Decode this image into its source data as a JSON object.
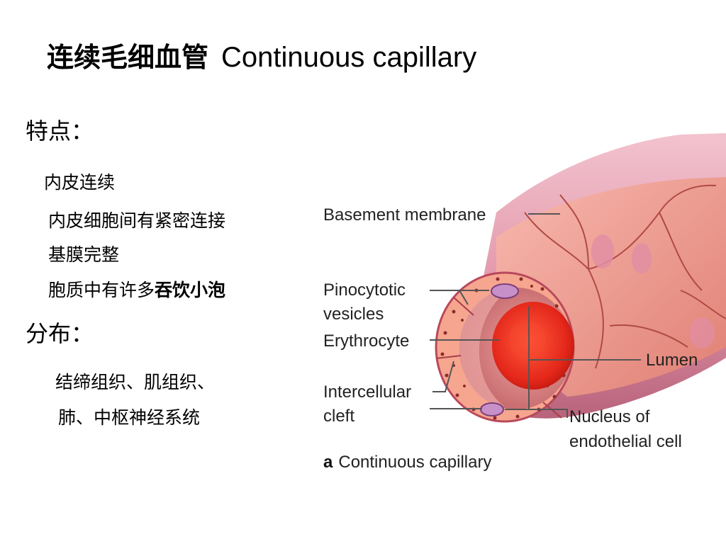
{
  "title": {
    "zh": "连续毛细血管",
    "en": "Continuous capillary"
  },
  "features": {
    "heading": "特点：",
    "items": [
      "内皮连续",
      "内皮细胞间有紧密连接",
      "基膜完整"
    ],
    "item4_prefix": "胞质中有许多",
    "item4_highlight": "吞饮小泡"
  },
  "distribution": {
    "heading": "分布：",
    "lines": [
      "结缔组织、肌组织、",
      "肺、中枢神经系统"
    ]
  },
  "figure": {
    "labels": {
      "basement_membrane": "Basement membrane",
      "pinocytotic_1": "Pinocytotic",
      "pinocytotic_2": "vesicles",
      "erythrocyte": "Erythrocyte",
      "intercellular_1": "Intercellular",
      "intercellular_2": "cleft",
      "lumen": "Lumen",
      "nucleus_1": "Nucleus of",
      "nucleus_2": "endothelial cell"
    },
    "caption_letter": "a",
    "caption_text": "Continuous capillary",
    "colors": {
      "vessel_outer": "#e8a3b1",
      "endothelium": "#f2a397",
      "lumen_dark": "#c96e74",
      "erythrocyte": "#e8261a",
      "nucleus": "#c890c8",
      "leader": "#555555"
    }
  }
}
